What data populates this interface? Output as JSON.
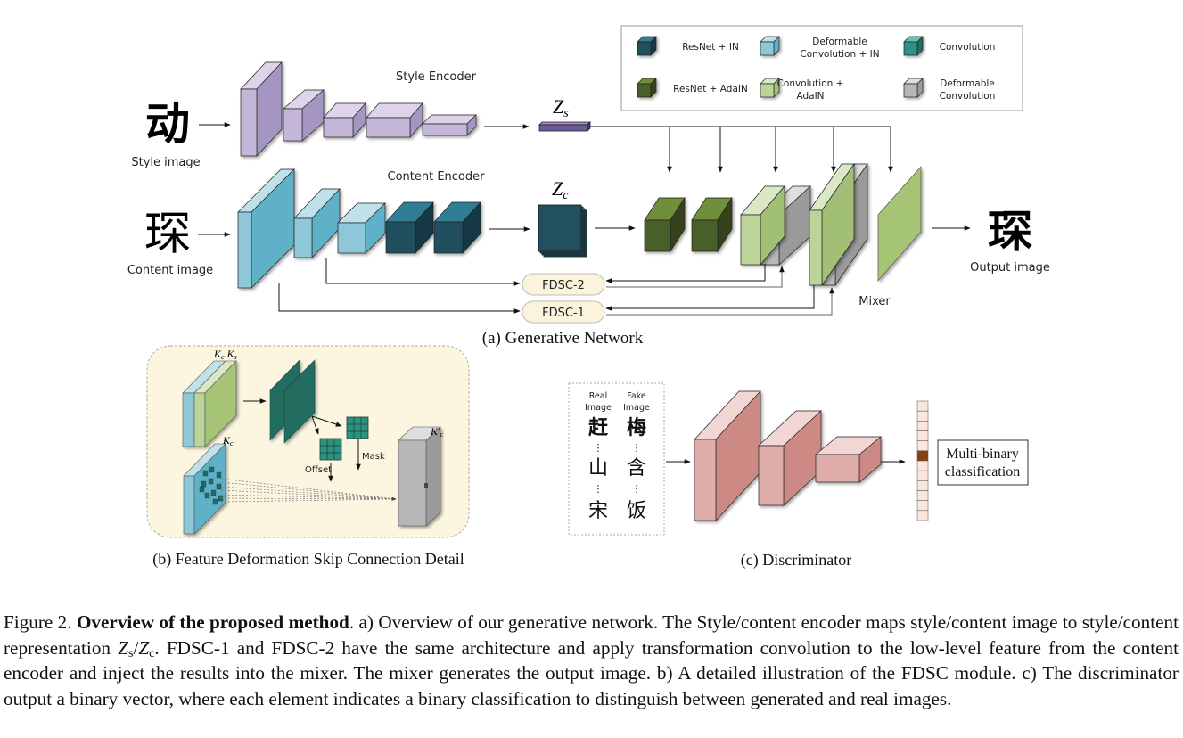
{
  "legend": {
    "items": [
      {
        "label_lines": [
          "ResNet + IN"
        ],
        "color_front": "#23505f",
        "color_top": "#2e7f96",
        "color_side": "#183944"
      },
      {
        "label_lines": [
          "Deformable",
          "Convolution + IN"
        ],
        "color_front": "#8ec8d8",
        "color_top": "#bfe1ea",
        "color_side": "#5fb1c8"
      },
      {
        "label_lines": [
          "Convolution"
        ],
        "color_front": "#2e9182",
        "color_top": "#5cc6b5",
        "color_side": "#226d61"
      },
      {
        "label_lines": [
          "ResNet + AdaIN"
        ],
        "color_front": "#4a5e2a",
        "color_top": "#6f8f3a",
        "color_side": "#35431d"
      },
      {
        "label_lines": [
          "Convolution +",
          "AdaIN"
        ],
        "color_front": "#bcd39a",
        "color_top": "#dbe8c6",
        "color_side": "#a2c074"
      },
      {
        "label_lines": [
          "Deformable",
          "Convolution"
        ],
        "color_front": "#b7b7b7",
        "color_top": "#dedede",
        "color_side": "#9a9a9a"
      }
    ]
  },
  "generative": {
    "style_image_label": "Style image",
    "style_char": "动",
    "style_encoder_label": "Style Encoder",
    "zs_label_main": "Z",
    "zs_label_sub": "s",
    "content_image_label": "Content image",
    "content_char": "琛",
    "content_encoder_label": "Content Encoder",
    "zc_label_main": "Z",
    "zc_label_sub": "c",
    "fdsc2_label": "FDSC-2",
    "fdsc1_label": "FDSC-1",
    "mixer_label": "Mixer",
    "output_image_label": "Output image",
    "output_char": "琛",
    "subcaption": "(a) Generative Network"
  },
  "fdsc_detail": {
    "kc_ks_label": "Kc Ks",
    "kc_label": "Kc",
    "kc_prime_label": "K′c",
    "offset_label": "Offset",
    "mask_label": "Mask",
    "subcaption": "(b) Feature Deformation Skip Connection Detail"
  },
  "discriminator": {
    "real_header": [
      "Real",
      "Image"
    ],
    "fake_header": [
      "Fake",
      "Image"
    ],
    "real_chars": [
      "赶",
      "⋮",
      "山",
      "⋮",
      "宋"
    ],
    "fake_chars": [
      "梅",
      "⋮",
      "含",
      "⋮",
      "饭"
    ],
    "output_vector_cells": 12,
    "highlighted_cell_index": 5,
    "classification_label_lines": [
      "Multi-binary",
      "classification"
    ],
    "subcaption": "(c) Discriminator"
  },
  "caption": {
    "figure_label": "Figure 2.",
    "bold_title": "Overview of the proposed method",
    "text_part1": ".  a) Overview of our generative network.  The Style/content encoder maps style/content image to style/content representation ",
    "math": "Z_s/Z_c",
    "text_part2": ".  FDSC-1 and FDSC-2 have the same architecture and apply transformation convolution to the low-level feature from the content encoder and inject the results into the mixer. The mixer generates the output image. b) A detailed illustration of the FDSC module.  c) The discriminator output a binary vector, where each element indicates a binary classification to distinguish between generated and real images."
  }
}
